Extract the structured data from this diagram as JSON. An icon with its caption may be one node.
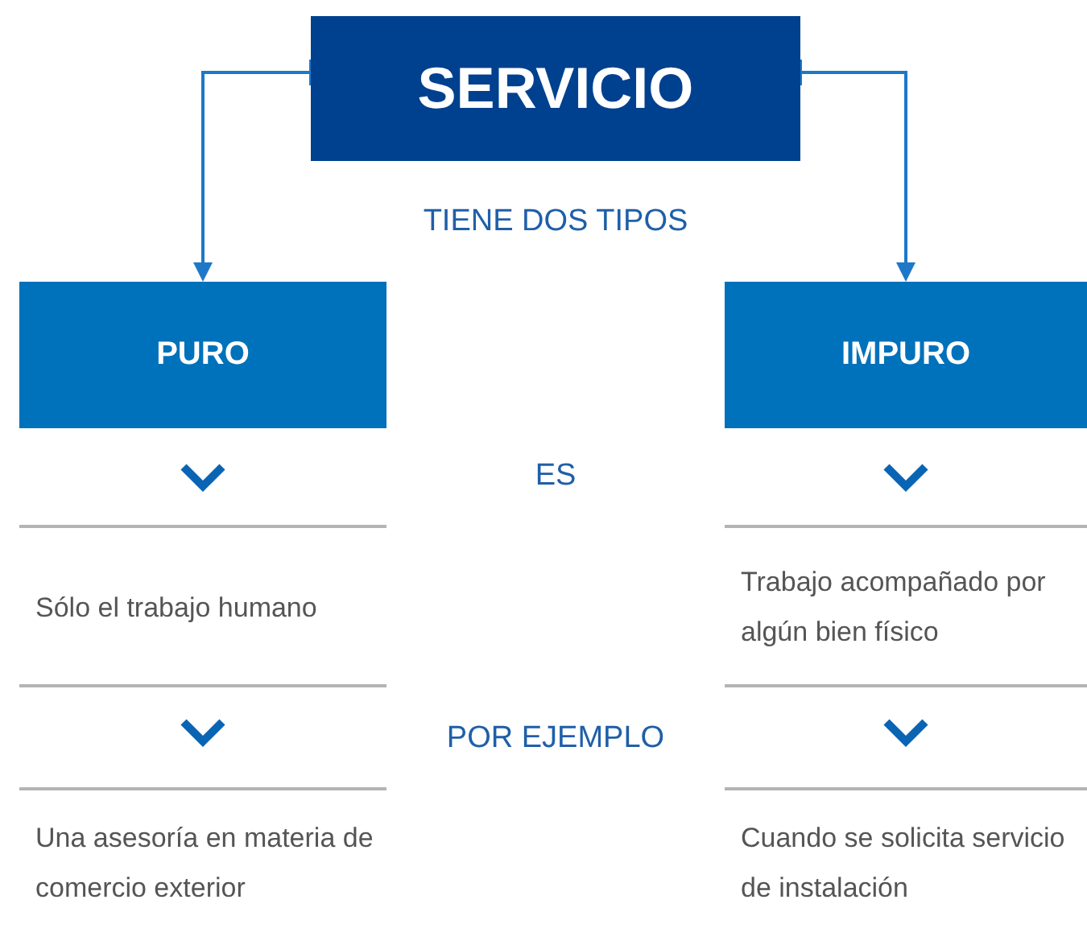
{
  "diagram": {
    "nodes": [
      {
        "text": [
          "SERVICIO"
        ]
      },
      {
        "text": [
          "PURO"
        ]
      },
      {
        "text": [
          "IMPURO"
        ]
      },
      {
        "text": [
          "Sólo el trabajo humano"
        ]
      },
      {
        "text": [
          "Trabajo acompañado por algún bien físico"
        ]
      },
      {
        "text": [
          "Una asesoría en materia de comercio exterior"
        ]
      },
      {
        "text": [
          "Cuando se solicita servicio de instalación"
        ]
      }
    ],
    "edges": [
      {
        "from": 0,
        "to": 1,
        "arrow": "to"
      },
      {
        "from": 0,
        "to": 2,
        "arrow": "to"
      },
      {
        "from": 1,
        "to": 3,
        "arrow": "to"
      },
      {
        "from": 3,
        "to": 5,
        "arrow": "to"
      },
      {
        "from": 2,
        "to": 4,
        "arrow": "to"
      },
      {
        "from": 4,
        "to": 6,
        "arrow": "to"
      }
    ],
    "labels": [
      "TIENE DOS TIPOS",
      "ES",
      "POR EJEMPLO"
    ]
  }
}
